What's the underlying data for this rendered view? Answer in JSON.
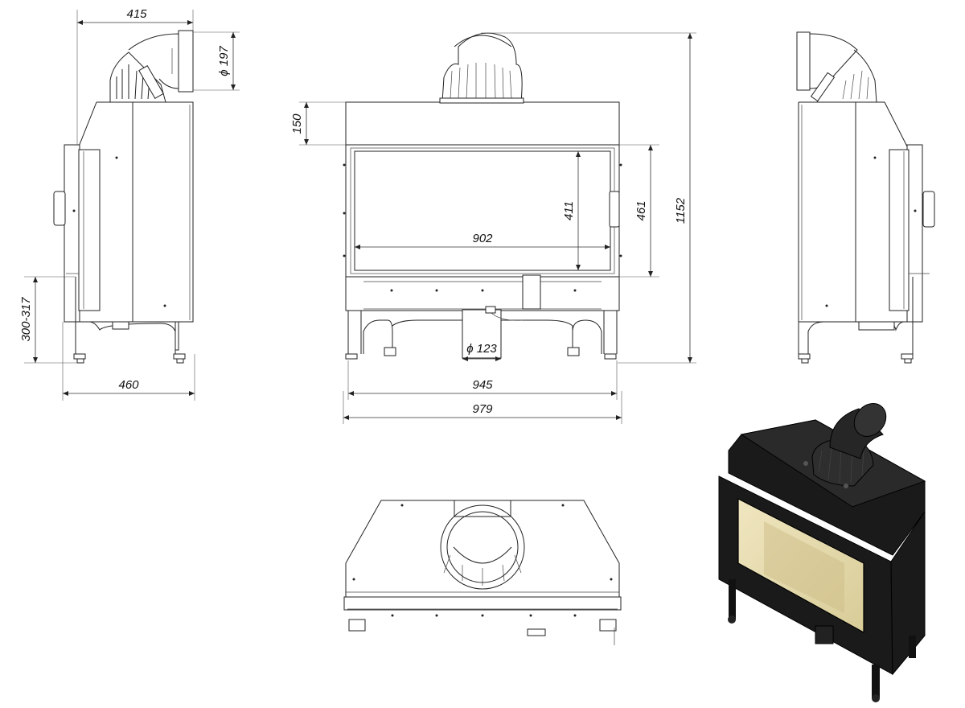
{
  "dimensions": {
    "side_depth_top": "415",
    "flue_diameter": "ϕ 197",
    "hood_height": "150",
    "height_total": "1152",
    "window_height": "411",
    "opening_height": "461",
    "window_width": "902",
    "leg_adjust": "300-317",
    "side_depth_bottom": "460",
    "air_inlet_diameter": "ϕ 123",
    "width_inner": "945",
    "width_total": "979"
  },
  "colors": {
    "line": "#222222",
    "body_dark": "#1a1a1a",
    "glass": "#e8dcb0"
  }
}
